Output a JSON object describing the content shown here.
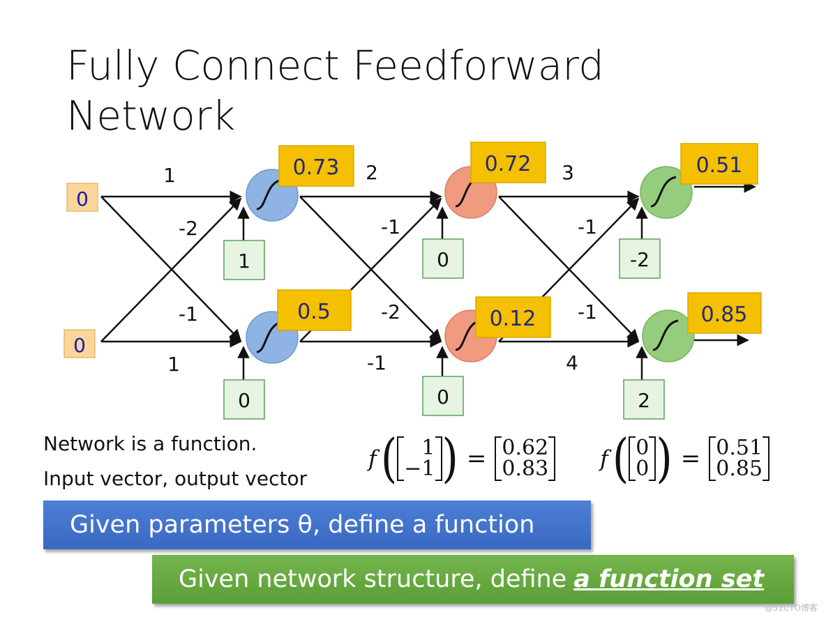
{
  "title": {
    "line1": "Fully Connect Feedforward",
    "line2": "Network"
  },
  "colors": {
    "input_fill": "#fbd59a",
    "input_text": "#1a1aa8",
    "bias_fill": "#e6f4e1",
    "bias_border": "#5aa15a",
    "layer1_neuron": "#8fb4e3",
    "layer2_neuron": "#f09a80",
    "layer3_neuron": "#95cc7e",
    "output_fill": "#f5c000",
    "output_text": "#1f2a7a",
    "banner_blue": "#3f6fcc",
    "banner_green": "#66a843"
  },
  "inputs": [
    "0",
    "0"
  ],
  "weights": {
    "layer1": [
      "1",
      "-2",
      "-1",
      "1"
    ],
    "layer2": [
      "2",
      "-1",
      "-2",
      "-1"
    ],
    "layer3": [
      "3",
      "-1",
      "-1",
      "4"
    ]
  },
  "biases": {
    "layer1": [
      "1",
      "0"
    ],
    "layer2": [
      "0",
      "0"
    ],
    "layer3": [
      "-2",
      "2"
    ]
  },
  "activations": {
    "layer1": [
      "0.73",
      "0.5"
    ],
    "layer2": [
      "0.72",
      "0.12"
    ],
    "layer3": [
      "0.51",
      "0.85"
    ]
  },
  "notes": {
    "line1": "Network is a function.",
    "line2": "Input vector, output vector"
  },
  "formula1": {
    "f": "f",
    "in_top": "1",
    "in_bottom": "−1",
    "eq": "=",
    "out_top": "0.62",
    "out_bottom": "0.83"
  },
  "formula2": {
    "f": "f",
    "in_top": "0",
    "in_bottom": "0",
    "eq": "=",
    "out_top": "0.51",
    "out_bottom": "0.85"
  },
  "banners": {
    "blue": "Given parameters θ, define a function",
    "green_prefix": "Given network structure, define",
    "green_emphasis": "a function set"
  },
  "watermark": "@51CTO博客"
}
